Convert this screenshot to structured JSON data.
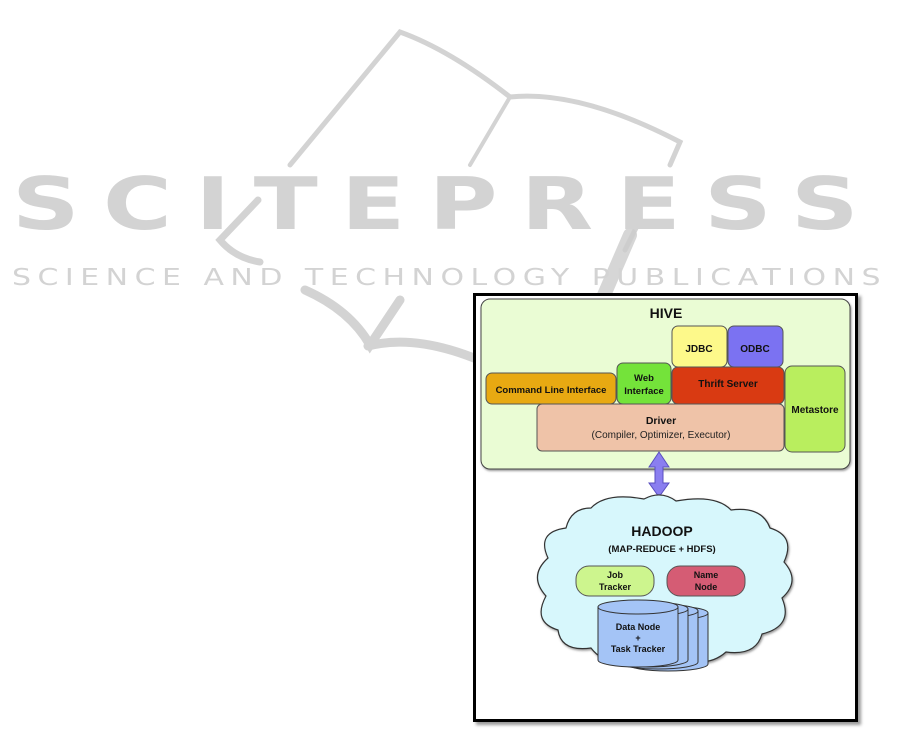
{
  "watermark": {
    "brand": "SCITEPRESS",
    "tagline": "SCIENCE AND TECHNOLOGY PUBLICATIONS"
  },
  "hive": {
    "title": "HIVE",
    "jdbc": "JDBC",
    "odbc": "ODBC",
    "web_interface": [
      "Web",
      "Interface"
    ],
    "thrift_server": "Thrift Server",
    "command_line_interface": "Command Line Interface",
    "driver_title": "Driver",
    "driver_subtitle": "(Compiler, Optimizer, Executor)",
    "metastore": "Metastore"
  },
  "hadoop": {
    "title": "HADOOP",
    "subtitle": "(MAP-REDUCE + HDFS)",
    "job_tracker": [
      "Job",
      "Tracker"
    ],
    "name_node": [
      "Name",
      "Node"
    ],
    "data_node": [
      "Data Node",
      "+",
      "Task Tracker"
    ]
  },
  "colors": {
    "hive_bg": "#eafcd4",
    "jdbc": "#fdf98a",
    "odbc": "#7b72f2",
    "web_interface": "#74e33a",
    "thrift_server": "#d93a12",
    "cli": "#e8a912",
    "driver": "#efc3a8",
    "metastore": "#b9ee5e",
    "arrow": "#8a7ef0",
    "cloud": "#d7f7fc",
    "job_tracker": "#cdf58e",
    "name_node": "#d55c74",
    "data_node": "#a4c4f6"
  }
}
